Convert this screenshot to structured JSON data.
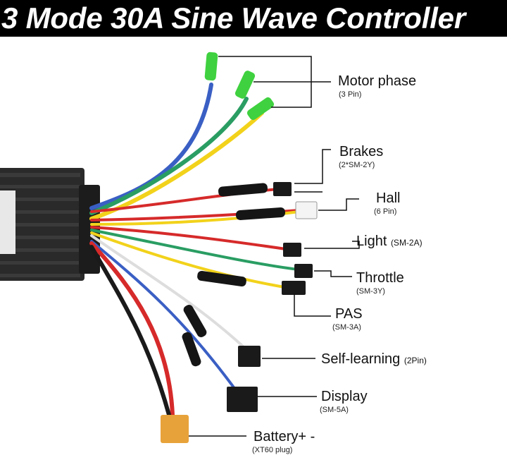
{
  "title": "3 Mode 30A Sine Wave Controller",
  "colors": {
    "title_bg": "#000000",
    "title_text": "#ffffff",
    "controller_body": "#2a2a2a",
    "connector_green": "#3fd13f",
    "wire_blue": "#3a5fc4",
    "wire_green": "#2a9d63",
    "wire_yellow": "#f2d21b",
    "wire_red": "#d62a2a",
    "wire_black": "#1a1a1a",
    "xt60_plug": "#e8a23a"
  },
  "labels": {
    "motor_phase": {
      "name": "Motor phase",
      "detail": "(3 Pin)"
    },
    "brakes": {
      "name": "Brakes",
      "detail": "(2*SM-2Y)"
    },
    "hall": {
      "name": "Hall",
      "detail": "(6 Pin)"
    },
    "light": {
      "name": "Light",
      "detail": "(SM-2A)"
    },
    "throttle": {
      "name": "Throttle",
      "detail": "(SM-3Y)"
    },
    "pas": {
      "name": "PAS",
      "detail": "(SM-3A)"
    },
    "self_learning": {
      "name": "Self-learning",
      "detail": "(2Pin)"
    },
    "display": {
      "name": "Display",
      "detail": "(SM-5A)"
    },
    "battery": {
      "name": "Battery+ -",
      "detail": "(XT60 plug)"
    }
  }
}
